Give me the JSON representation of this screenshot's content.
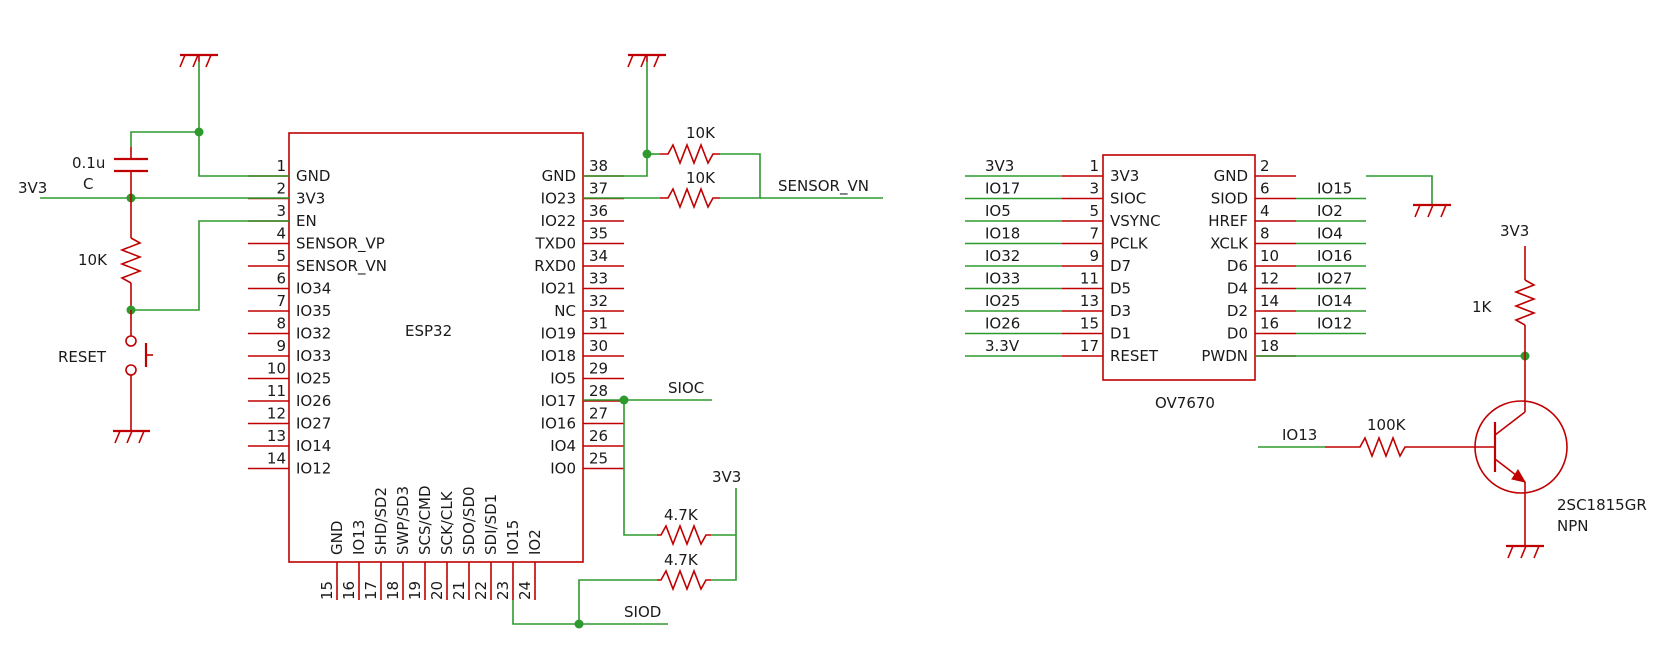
{
  "esp32": {
    "name": "ESP32",
    "left_pins": [
      {
        "num": "1",
        "label": "GND"
      },
      {
        "num": "2",
        "label": "3V3"
      },
      {
        "num": "3",
        "label": "EN"
      },
      {
        "num": "4",
        "label": "SENSOR_VP"
      },
      {
        "num": "5",
        "label": "SENSOR_VN"
      },
      {
        "num": "6",
        "label": "IO34"
      },
      {
        "num": "7",
        "label": "IO35"
      },
      {
        "num": "8",
        "label": "IO32"
      },
      {
        "num": "9",
        "label": "IO33"
      },
      {
        "num": "10",
        "label": "IO25"
      },
      {
        "num": "11",
        "label": "IO26"
      },
      {
        "num": "12",
        "label": "IO27"
      },
      {
        "num": "13",
        "label": "IO14"
      },
      {
        "num": "14",
        "label": "IO12"
      }
    ],
    "right_pins": [
      {
        "num": "38",
        "label": "GND"
      },
      {
        "num": "37",
        "label": "IO23"
      },
      {
        "num": "36",
        "label": "IO22"
      },
      {
        "num": "35",
        "label": "TXD0"
      },
      {
        "num": "34",
        "label": "RXD0"
      },
      {
        "num": "33",
        "label": "IO21"
      },
      {
        "num": "32",
        "label": "NC"
      },
      {
        "num": "31",
        "label": "IO19"
      },
      {
        "num": "30",
        "label": "IO18"
      },
      {
        "num": "29",
        "label": "IO5"
      },
      {
        "num": "28",
        "label": "IO17"
      },
      {
        "num": "27",
        "label": "IO16"
      },
      {
        "num": "26",
        "label": "IO4"
      },
      {
        "num": "25",
        "label": "IO0"
      }
    ],
    "bottom_pins": [
      {
        "num": "15",
        "label": "GND"
      },
      {
        "num": "16",
        "label": "IO13"
      },
      {
        "num": "17",
        "label": "SHD/SD2"
      },
      {
        "num": "18",
        "label": "SWP/SD3"
      },
      {
        "num": "19",
        "label": "SCS/CMD"
      },
      {
        "num": "20",
        "label": "SCK/CLK"
      },
      {
        "num": "21",
        "label": "SDO/SD0"
      },
      {
        "num": "22",
        "label": "SDI/SD1"
      },
      {
        "num": "23",
        "label": "IO15"
      },
      {
        "num": "24",
        "label": "IO2"
      }
    ]
  },
  "ov7670": {
    "name": "OV7670",
    "left_pins": [
      {
        "num": "1",
        "label": "3V3",
        "net": "3V3"
      },
      {
        "num": "3",
        "label": "SIOC",
        "net": "IO17"
      },
      {
        "num": "5",
        "label": "VSYNC",
        "net": "IO5"
      },
      {
        "num": "7",
        "label": "PCLK",
        "net": "IO18"
      },
      {
        "num": "9",
        "label": "D7",
        "net": "IO32"
      },
      {
        "num": "11",
        "label": "D5",
        "net": "IO33"
      },
      {
        "num": "13",
        "label": "D3",
        "net": "IO25"
      },
      {
        "num": "15",
        "label": "D1",
        "net": "IO26"
      },
      {
        "num": "17",
        "label": "RESET",
        "net": "3.3V"
      }
    ],
    "right_pins": [
      {
        "num": "2",
        "label": "GND",
        "net": ""
      },
      {
        "num": "6",
        "label": "SIOD",
        "net": "IO15"
      },
      {
        "num": "4",
        "label": "HREF",
        "net": "IO2"
      },
      {
        "num": "8",
        "label": "XCLK",
        "net": "IO4"
      },
      {
        "num": "10",
        "label": "D6",
        "net": "IO16"
      },
      {
        "num": "12",
        "label": "D4",
        "net": "IO27"
      },
      {
        "num": "14",
        "label": "D2",
        "net": "IO14"
      },
      {
        "num": "16",
        "label": "D0",
        "net": "IO12"
      },
      {
        "num": "18",
        "label": "PWDN",
        "net": ""
      }
    ]
  },
  "components": {
    "cap_value": "0.1u",
    "cap_ref": "C",
    "r_en": "10K",
    "reset_label": "RESET",
    "r_sensor_top": "10K",
    "r_sensor_bottom": "10K",
    "r_siod_top": "4.7K",
    "r_siod_bottom": "4.7K",
    "r_pwdn": "1K",
    "r_base": "100K",
    "transistor_part": "2SC1815GR",
    "transistor_type": "NPN"
  },
  "nets": {
    "left_3v3": "3V3",
    "sensor_vn": "SENSOR_VN",
    "sioc": "SIOC",
    "siod": "SIOD",
    "pullup_3v3": "3V3",
    "pwdn_3v3": "3V3",
    "io13": "IO13"
  },
  "colors": {
    "symbol": "#c00000",
    "wire": "#2e9a2e",
    "text": "#1a1a1a",
    "background": "#ffffff"
  }
}
